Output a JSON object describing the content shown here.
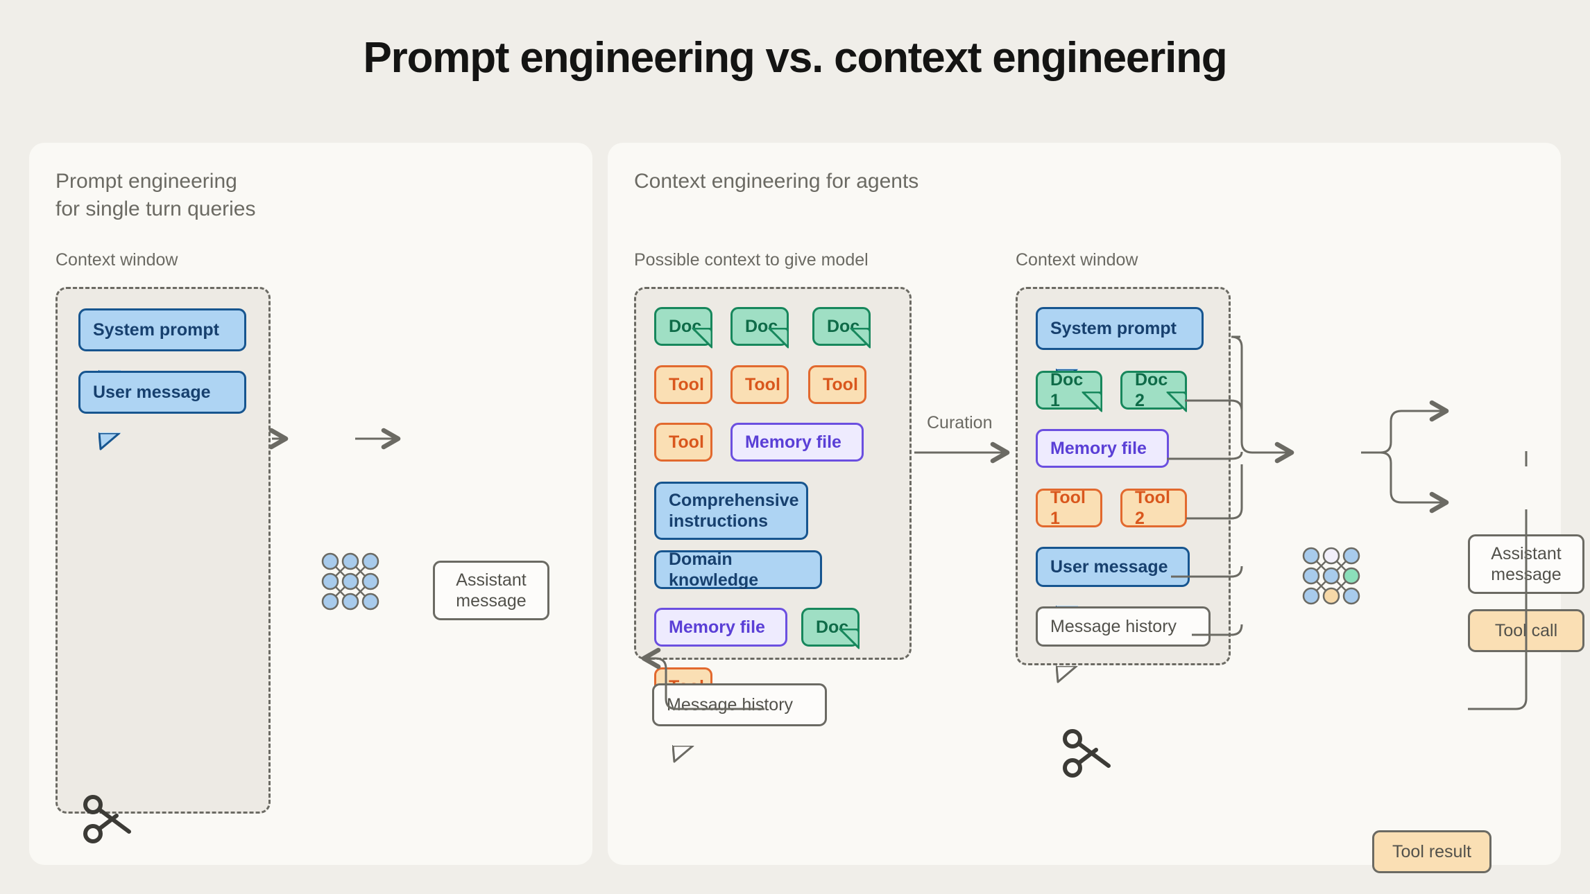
{
  "title": "Prompt engineering vs. context engineering",
  "colors": {
    "page_bg": "#F0EEE9",
    "card_bg": "#FAF9F5",
    "context_window_bg": "#EDEAE4",
    "stroke": "#6B6A63",
    "blue_fill": "#AED4F3",
    "blue_stroke": "#17558F",
    "green_fill": "#9FDFC4",
    "green_stroke": "#17875C",
    "orange_fill": "#FADFB4",
    "orange_stroke": "#E2692E",
    "purple_fill": "#EEEBFE",
    "purple_stroke": "#6B4FE0",
    "node_blue": "#A8CBEC",
    "node_green": "#8BDFBA",
    "node_orange": "#F7D9A8",
    "node_pale": "#F2EFFA"
  },
  "left_panel": {
    "title": "Prompt engineering\nfor single turn queries",
    "context_window_label": "Context window",
    "context_items": [
      {
        "label": "System prompt",
        "type": "bubble-blue"
      },
      {
        "label": "User message",
        "type": "bubble-blue"
      }
    ],
    "scissors_icon": "scissors-icon",
    "model_icon": "model-nodes-icon",
    "output": {
      "label": "Assistant\nmessage",
      "type": "box-white"
    }
  },
  "right_panel": {
    "title": "Context engineering for agents",
    "possible_context_label": "Possible context to give model",
    "context_window_label": "Context window",
    "curation_label": "Curation",
    "possible_context_items": [
      {
        "label": "Doc",
        "type": "doc-green"
      },
      {
        "label": "Doc",
        "type": "doc-green"
      },
      {
        "label": "Doc",
        "type": "doc-green"
      },
      {
        "label": "Tool",
        "type": "chip-orange"
      },
      {
        "label": "Tool",
        "type": "chip-orange"
      },
      {
        "label": "Tool",
        "type": "chip-orange"
      },
      {
        "label": "Tool",
        "type": "chip-orange"
      },
      {
        "label": "Memory file",
        "type": "chip-purple"
      },
      {
        "label": "Comprehensive\ninstructions",
        "type": "chip-blue"
      },
      {
        "label": "Domain knowledge",
        "type": "chip-blue"
      },
      {
        "label": "Memory file",
        "type": "chip-purple"
      },
      {
        "label": "Doc",
        "type": "doc-green"
      },
      {
        "label": "Tool",
        "type": "chip-orange"
      },
      {
        "label": "Message history",
        "type": "bubble-white"
      }
    ],
    "context_window_items": [
      {
        "label": "System prompt",
        "type": "bubble-blue"
      },
      {
        "label": "Doc 1",
        "type": "doc-green"
      },
      {
        "label": "Doc 2",
        "type": "doc-green"
      },
      {
        "label": "Memory file",
        "type": "chip-purple"
      },
      {
        "label": "Tool 1",
        "type": "chip-orange"
      },
      {
        "label": "Tool 2",
        "type": "chip-orange"
      },
      {
        "label": "User message",
        "type": "bubble-blue"
      },
      {
        "label": "Message history",
        "type": "bubble-white"
      }
    ],
    "scissors_icon": "scissors-icon",
    "model_icon": "model-nodes-icon",
    "outputs": [
      {
        "label": "Assistant\nmessage",
        "type": "box-white"
      },
      {
        "label": "Tool call",
        "type": "box-tan"
      }
    ],
    "tool_result": {
      "label": "Tool result",
      "type": "box-tan"
    }
  }
}
